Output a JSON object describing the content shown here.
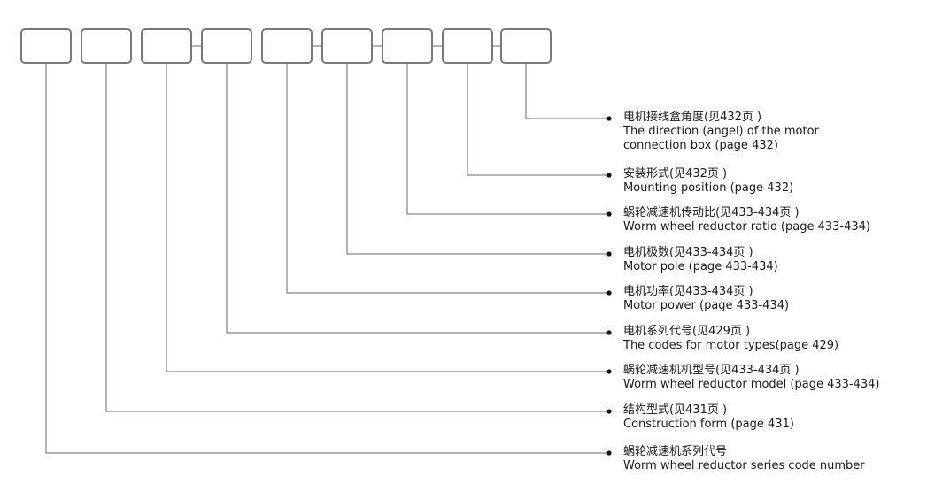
{
  "boxes": [
    {
      "id": "worm-series"
    },
    {
      "id": "construction-form"
    },
    {
      "id": "reducer-model"
    },
    {
      "id": "motor-type"
    },
    {
      "id": "motor-power"
    },
    {
      "id": "motor-pole"
    },
    {
      "id": "ratio"
    },
    {
      "id": "mounting"
    },
    {
      "id": "box-angle"
    }
  ],
  "labels": [
    {
      "id": "box-angle",
      "cn": "电机接线盒角度(见432页 )",
      "en": [
        "The direction (angel) of the motor",
        "connection box (page 432)"
      ]
    },
    {
      "id": "mounting",
      "cn": "安装形式(见432页 )",
      "en": [
        "Mounting position (page 432)"
      ]
    },
    {
      "id": "ratio",
      "cn": "蜗轮减速机传动比(见433-434页 )",
      "en": [
        "Worm wheel reductor ratio (page 433-434)"
      ]
    },
    {
      "id": "motor-pole",
      "cn": "电机极数(见433-434页 )",
      "en": [
        "Motor pole (page 433-434)"
      ]
    },
    {
      "id": "motor-power",
      "cn": "电机功率(见433-434页 )",
      "en": [
        "Motor power (page 433-434)"
      ]
    },
    {
      "id": "motor-type",
      "cn": "电机系列代号(见429页 )",
      "en": [
        "The codes for motor types(page 429)"
      ]
    },
    {
      "id": "reducer-model",
      "cn": "蜗轮减速机机型号(见433-434页 )",
      "en": [
        "Worm wheel reductor model (page 433-434)"
      ]
    },
    {
      "id": "construction-form",
      "cn": "结构型式(见431页 )",
      "en": [
        "Construction form (page 431)"
      ]
    },
    {
      "id": "worm-series",
      "cn": "蜗轮减速机系列代号",
      "en": [
        "Worm wheel reductor series code number"
      ]
    }
  ]
}
